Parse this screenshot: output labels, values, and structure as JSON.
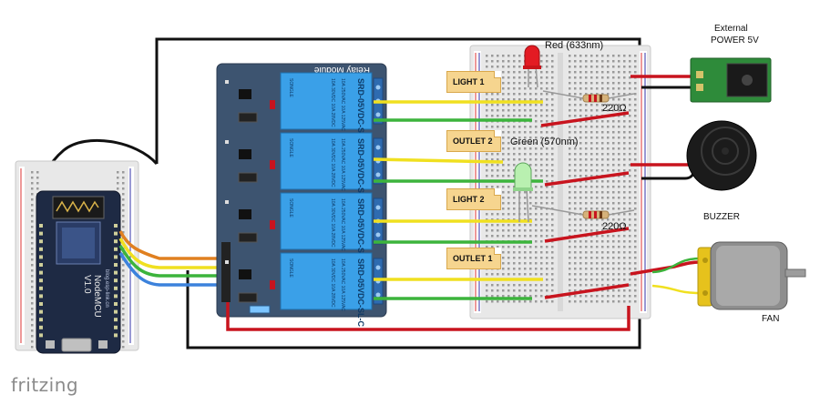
{
  "labels": {
    "relay_module": "Relay Module",
    "relay_part": "SRD-05VDC-SL-C",
    "relay_brand": "SONGLE",
    "relay_rating_1": "10A 250VAC 10A 125VAC",
    "relay_rating_2": "10A 30VDC 10A 28VDC",
    "mcu_name": "NodeMCU",
    "mcu_version": "V1.0",
    "mcu_site": "blog.esp-link.cn",
    "red_led": "Red (633nm)",
    "green_led": "Green (570nm)",
    "resistor_top": "220Ω",
    "resistor_bottom": "220Ω",
    "ext_power_line1": "External",
    "ext_power_line2": "POWER 5V",
    "buzzer": "BUZZER",
    "fan": "FAN",
    "watermark": "fritzing"
  },
  "notes": {
    "light1": "LIGHT 1",
    "outlet2": "OUTLET 2",
    "light2": "LIGHT 2",
    "outlet1": "OUTLET 1"
  },
  "colors": {
    "wire_black": "#111111",
    "wire_red": "#c8141e",
    "wire_yellow": "#f0e020",
    "wire_green": "#3cb43c",
    "wire_orange": "#e08020",
    "wire_blue": "#3c82dc",
    "relay_board": "#3d5470",
    "relay_body": "#3aa0e8",
    "note_fill": "#f6d58f",
    "breadboard": "#e8e8e8"
  }
}
